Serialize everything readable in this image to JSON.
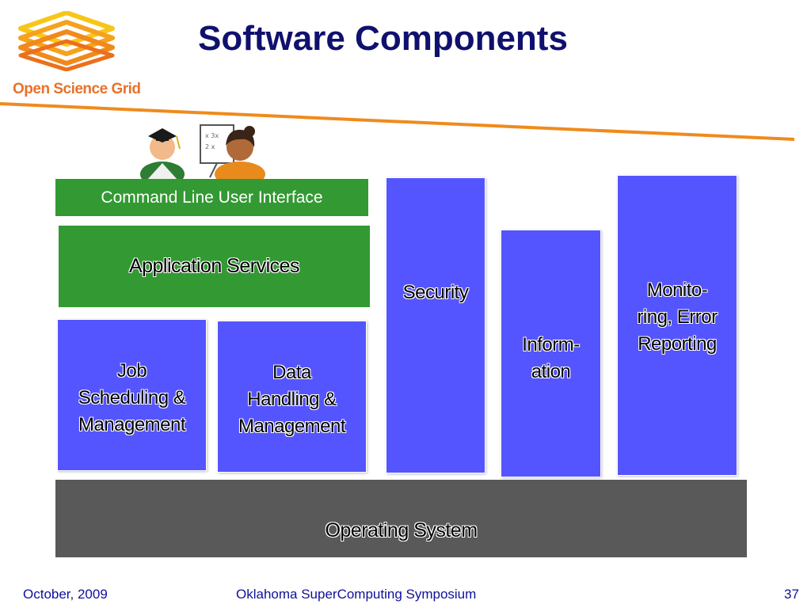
{
  "slide": {
    "title": "Software Components",
    "logo_text": "Open Science Grid"
  },
  "diagram": {
    "command_line": "Command Line User Interface",
    "application_services": "Application Services",
    "job_scheduling": "Job\nScheduling &\nManagement",
    "data_handling": "Data\nHandling &\nManagement",
    "security": "Security",
    "information": "Inform-\nation",
    "monitoring": "Monito-\nring, Error\nReporting",
    "operating_system": "Operating System"
  },
  "colors": {
    "title": "#10106e",
    "accent_orange": "#f08a1c",
    "component_green": "#339933",
    "component_blue": "#5555ff",
    "os_gray": "#595959"
  },
  "icons": {
    "logo": "osg-logo-icon",
    "users": "users-teacher-graduate-icon"
  },
  "footer": {
    "date": "October, 2009",
    "event": "Oklahoma SuperComputing Symposium",
    "page": "37"
  }
}
